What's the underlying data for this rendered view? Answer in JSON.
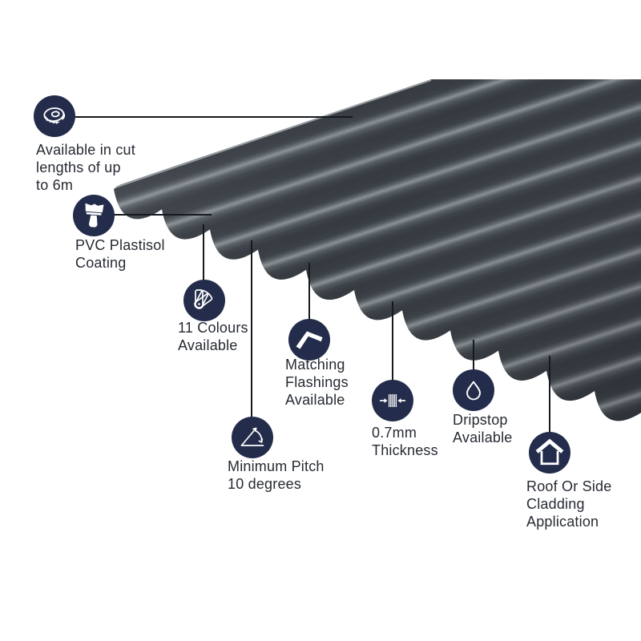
{
  "theme": {
    "icon_circle_color": "#232d4b",
    "icon_glyph_color": "#ffffff",
    "connector_color": "#16191e",
    "text_color": "#262b33",
    "sheet_trough_color": "#363c42",
    "sheet_mid_color": "#555c62",
    "sheet_highlight_color": "#8a9094",
    "background_color": "#ffffff"
  },
  "product": {
    "subject": "corrugated-roofing-sheet"
  },
  "callouts": [
    {
      "id": "cut-lengths",
      "icon": "tape-measure-icon",
      "label": "Available in cut\nlengths of up\nto 6m"
    },
    {
      "id": "coating",
      "icon": "paint-brush-icon",
      "label": "PVC Plastisol\nCoating"
    },
    {
      "id": "colours",
      "icon": "colour-fan-icon",
      "label": "11 Colours\nAvailable"
    },
    {
      "id": "flashings",
      "icon": "flashing-icon",
      "label": "Matching\nFlashings\nAvailable"
    },
    {
      "id": "pitch",
      "icon": "pitch-angle-icon",
      "label": "Minimum Pitch\n10 degrees"
    },
    {
      "id": "thickness",
      "icon": "thickness-arrows-icon",
      "label": "0.7mm\nThickness"
    },
    {
      "id": "dripstop",
      "icon": "water-droplet-icon",
      "label": "Dripstop\nAvailable"
    },
    {
      "id": "application",
      "icon": "house-icon",
      "label": "Roof Or Side\nCladding\nApplication"
    }
  ]
}
